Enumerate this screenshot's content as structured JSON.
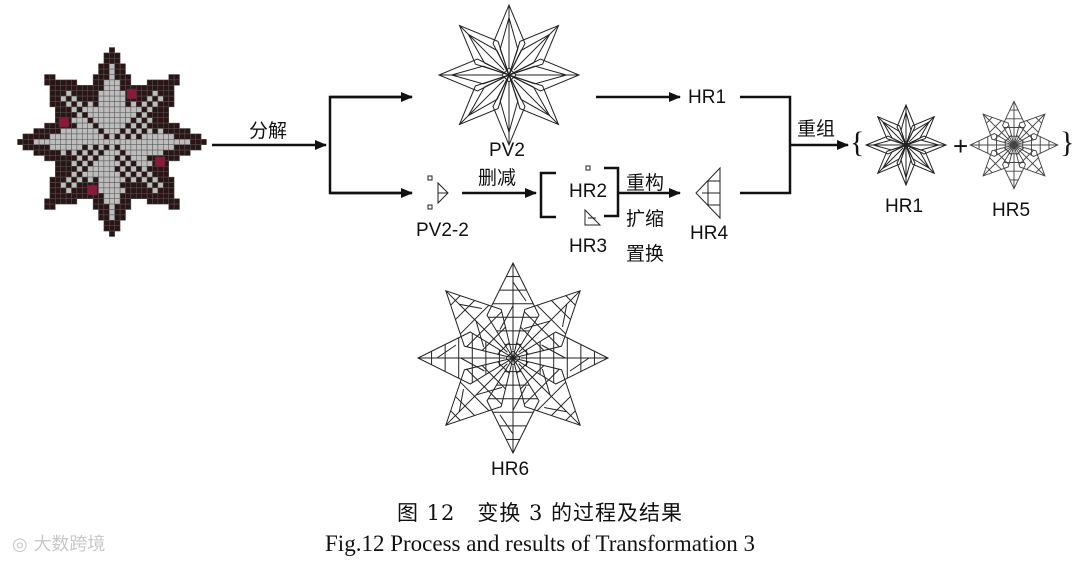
{
  "labels": {
    "decompose": "分解",
    "pv2": "PV2",
    "delete": "删减",
    "pv2_2": "PV2-2",
    "hr1_top": "HR1",
    "hr2": "HR2",
    "hr3": "HR3",
    "hr4": "HR4",
    "reconstruct": "重构",
    "expand": "扩缩",
    "replace": "置换",
    "recombine": "重组",
    "hr1_result": "HR1",
    "hr5": "HR5",
    "hr6": "HR6",
    "brace_open": "{",
    "brace_close": "}",
    "plus": "+"
  },
  "caption": {
    "zh": "图 12　变换 3 的过程及结果",
    "en": "Fig.12 Process and results of Transformation 3"
  },
  "watermark": "大数跨境",
  "colors": {
    "star_dark": "#2a1414",
    "star_light": "#bdbdbd",
    "accent_red": "#8a1a3a",
    "line": "#111111"
  }
}
